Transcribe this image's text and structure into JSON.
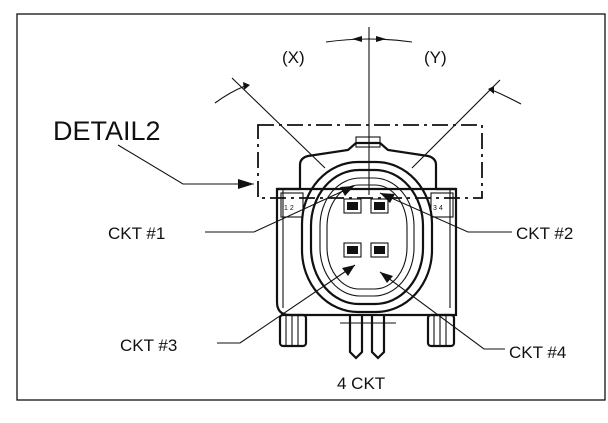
{
  "drawing": {
    "detail_label": "DETAIL2",
    "angle_left_label": "(X)",
    "angle_right_label": "(Y)",
    "callouts": {
      "ckt1": "CKT #1",
      "ckt2": "CKT #2",
      "ckt3": "CKT #3",
      "ckt4": "CKT #4"
    },
    "caption": "4 CKT",
    "connector_side_text_left": "1 2",
    "connector_side_text_right": "3 4"
  }
}
